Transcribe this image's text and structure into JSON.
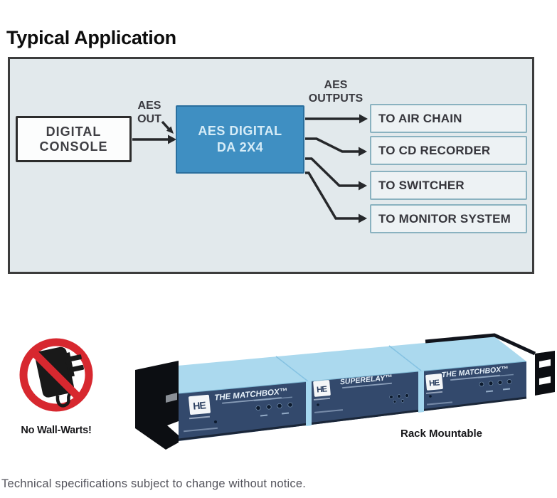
{
  "title": "Typical Application",
  "footer": "Technical specifications subject to change without notice.",
  "diagram": {
    "console": {
      "line1": "DIGITAL",
      "line2": "CONSOLE"
    },
    "aes_out": {
      "line1": "AES",
      "line2": "OUT"
    },
    "da_unit": {
      "line1": "AES DIGITAL",
      "line2": "DA 2X4"
    },
    "aes_outputs": {
      "line1": "AES",
      "line2": "OUTPUTS"
    },
    "outputs": [
      "TO AIR CHAIN",
      "TO CD RECORDER",
      "TO SWITCHER",
      "TO MONITOR SYSTEM"
    ]
  },
  "badges": {
    "no_wall_warts": "No Wall-Warts!",
    "rack_mountable": "Rack Mountable"
  },
  "rack": {
    "modules": [
      {
        "logo": "HE",
        "title": "THE MATCHBOX™"
      },
      {
        "logo": "HE",
        "title": "SUPERELAY™"
      },
      {
        "logo": "HE",
        "title": "THE MATCHBOX™"
      }
    ]
  },
  "colors": {
    "panel_bg": "#e2e9ec",
    "da_blue": "#3f8fc2",
    "output_box_border": "#8ab2c0",
    "arrow": "#26282b",
    "prohibition_red": "#d7282f",
    "rack_top": "#abd9ee",
    "rack_front": "#33496c",
    "rack_ear": "#0c0e12"
  }
}
